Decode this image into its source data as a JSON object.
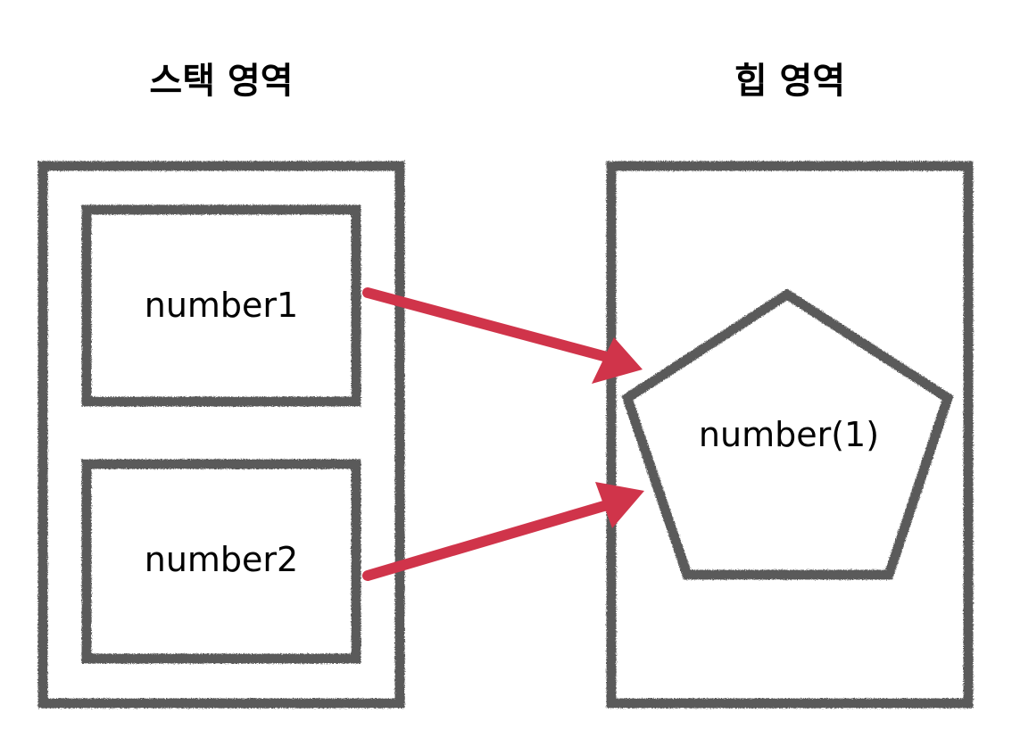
{
  "stack": {
    "title": "스택 영역",
    "variables": [
      {
        "label": "number1"
      },
      {
        "label": "number2"
      }
    ]
  },
  "heap": {
    "title": "힙 영역",
    "object": {
      "label": "number(1)"
    }
  },
  "colors": {
    "border": "#5a5a5a",
    "arrow": "#d0344a",
    "text": "#000000",
    "background": "#ffffff"
  }
}
